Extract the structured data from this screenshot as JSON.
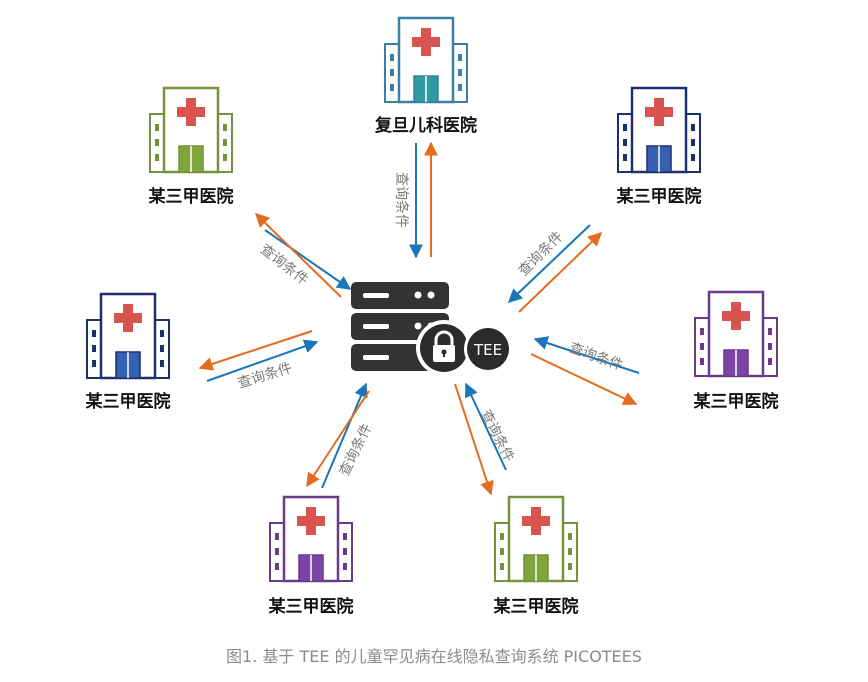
{
  "center": {
    "tee_label": "TEE",
    "colors": {
      "server": "#333333",
      "tee_bg": "#2b2b2b",
      "tee_text": "#ffffff"
    }
  },
  "arrow_colors": {
    "request": "#1a76b8",
    "response": "#e36c1e"
  },
  "query_label": "查询条件",
  "hospitals": [
    {
      "name": "复旦儿科医院",
      "color": "#3b7fa1",
      "door": "#2f9aa6"
    },
    {
      "name": "某三甲医院",
      "color": "#1e2f6e",
      "door": "#3561b4"
    },
    {
      "name": "某三甲医院",
      "color": "#6d3a8a",
      "door": "#7c44a6"
    },
    {
      "name": "某三甲医院",
      "color": "#76923c",
      "door": "#7fa63b"
    },
    {
      "name": "某三甲医院",
      "color": "#6d3a8a",
      "door": "#7c44a6"
    },
    {
      "name": "某三甲医院",
      "color": "#1e2f6e",
      "door": "#3561b4"
    },
    {
      "name": "某三甲医院",
      "color": "#76923c",
      "door": "#7fa63b"
    }
  ],
  "cross_color": "#d9534f",
  "caption": "图1. 基于 TEE 的儿童罕见病在线隐私查询系统 PICOTEES"
}
